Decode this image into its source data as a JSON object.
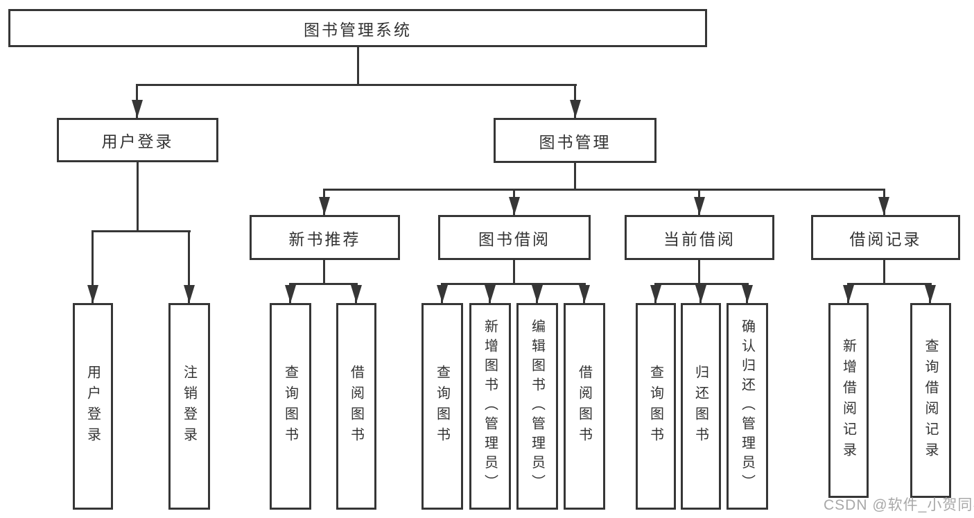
{
  "tree": {
    "label": "图书管理系统",
    "children": [
      {
        "label": "用户登录",
        "children": [
          {
            "label": "用户登录"
          },
          {
            "label": "注销登录"
          }
        ]
      },
      {
        "label": "图书管理",
        "children": [
          {
            "label": "新书推荐",
            "children": [
              {
                "label": "查询图书"
              },
              {
                "label": "借阅图书"
              }
            ]
          },
          {
            "label": "图书借阅",
            "children": [
              {
                "label": "查询图书"
              },
              {
                "label": "新增图书（管理员）"
              },
              {
                "label": "编辑图书（管理员）"
              },
              {
                "label": "借阅图书"
              }
            ]
          },
          {
            "label": "当前借阅",
            "children": [
              {
                "label": "查询图书"
              },
              {
                "label": "归还图书"
              },
              {
                "label": "确认归还（管理员）"
              }
            ]
          },
          {
            "label": "借阅记录",
            "children": [
              {
                "label": "新增借阅记录"
              },
              {
                "label": "查询借阅记录"
              }
            ]
          }
        ]
      }
    ]
  },
  "watermark": "CSDN @软件_小贺同学",
  "colors": {
    "line": "#363636",
    "text": "#333333",
    "watermark": "#a8a8a8",
    "background": "#ffffff"
  }
}
